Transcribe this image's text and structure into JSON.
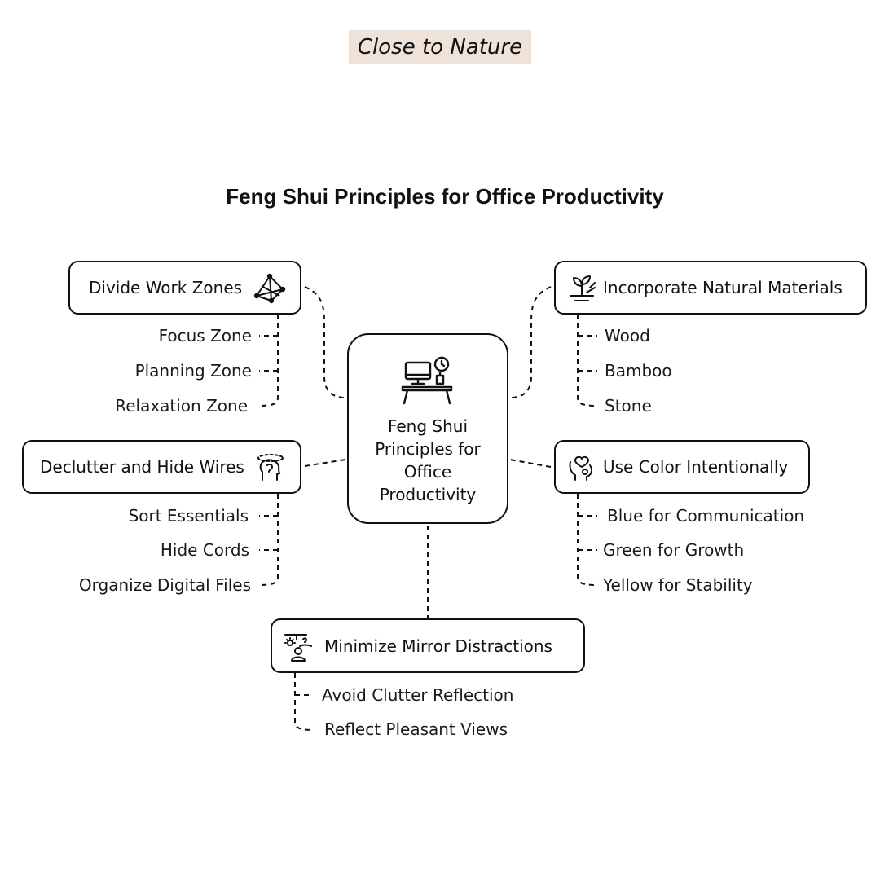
{
  "header": {
    "tag": "Close to Nature"
  },
  "diagram": {
    "title": "Feng Shui Principles for Office Productivity",
    "center": {
      "label": "Feng Shui Principles for Office Productivity",
      "icon": "desk-computer-clock-icon"
    },
    "nodes": {
      "divide_zones": {
        "label": "Divide Work Zones",
        "icon": "network-icon",
        "items": [
          "Focus Zone",
          "Planning Zone",
          "Relaxation Zone"
        ]
      },
      "declutter": {
        "label": "Declutter and Hide Wires",
        "icon": "head-thought-icon",
        "items": [
          "Sort Essentials",
          "Hide Cords",
          "Organize Digital Files"
        ]
      },
      "natural": {
        "label": "Incorporate Natural Materials",
        "icon": "plant-icon",
        "items": [
          "Wood",
          "Bamboo",
          "Stone"
        ]
      },
      "color": {
        "label": "Use Color Intentionally",
        "icon": "heart-head-icon",
        "items": [
          "Blue for Communication",
          "Green for Growth",
          "Yellow for Stability"
        ]
      },
      "mirror": {
        "label": "Minimize Mirror Distractions",
        "icon": "mirror-reflection-icon",
        "items": [
          "Avoid Clutter Reflection",
          "Reflect Pleasant Views"
        ]
      }
    }
  },
  "colors": {
    "header_bg": "#efe2d8",
    "stroke": "#111111",
    "background": "#ffffff"
  }
}
